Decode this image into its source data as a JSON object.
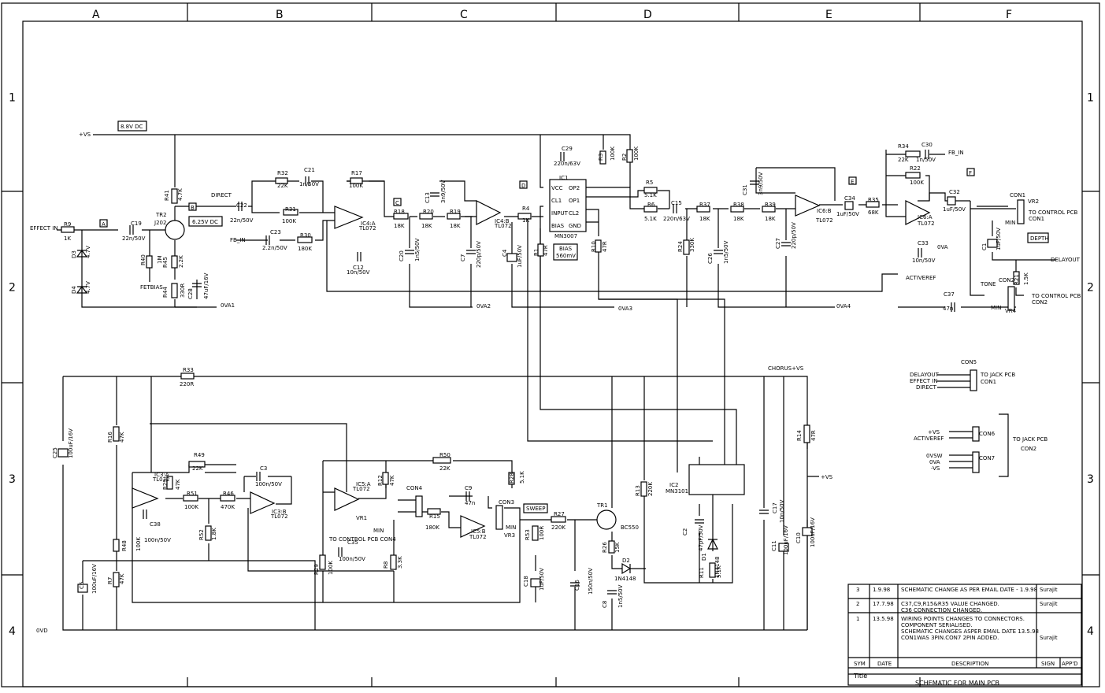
{
  "grid": {
    "columns": [
      "A",
      "B",
      "C",
      "D",
      "E",
      "F"
    ],
    "rows": [
      "1",
      "2",
      "3",
      "4"
    ]
  },
  "nets": {
    "plus_vs": "+VS",
    "dc_88": "8.8V DC",
    "dc_625": "6.25V DC",
    "ova1": "0VA1",
    "ova2": "0VA2",
    "ova3": "0VA3",
    "ova4": "0VA4",
    "ova": "0VA",
    "ovd": "0VD",
    "minus_vs": "-VS",
    "chorus_vs": "CHORUS+VS",
    "effect_in": "EFFECT IN",
    "fb_in": "FB_IN",
    "fb_in2": "FB_IN",
    "direct": "DIRECT",
    "fetbias": "FETBIAS",
    "activeref": "ACTIVEREF",
    "delayout": "DELAYOUT",
    "bias_box": "BIAS",
    "bias_v": "560mV",
    "depth": "DEPTH",
    "sweep": "SWEEP",
    "tone": "TONE",
    "min": "MIN",
    "plus_vs_r": "+VS"
  },
  "markers": {
    "A": "A",
    "B": "B",
    "C": "C",
    "D": "D",
    "E": "E",
    "F": "F"
  },
  "components": {
    "R9": [
      "R9",
      "1K"
    ],
    "C19": [
      "C19",
      "22n/50V"
    ],
    "TR2": [
      "TR2",
      "J202"
    ],
    "R41": [
      "R41",
      "4.7K"
    ],
    "R40": [
      "R40",
      "1M"
    ],
    "R45": [
      "R45",
      "2.2K"
    ],
    "R44": [
      "R44",
      "330R"
    ],
    "C28": [
      "C28",
      "47uF/16V"
    ],
    "D3": [
      "D3",
      "4.7V"
    ],
    "D4": [
      "D4",
      "4.7V"
    ],
    "C22": [
      "C22",
      "22n/50V"
    ],
    "C23": [
      "C23",
      "2.2n/50V"
    ],
    "R32": [
      "R32",
      "22K"
    ],
    "C21": [
      "C21",
      "1n/50V"
    ],
    "R31": [
      "R31",
      "100K"
    ],
    "R30": [
      "R30",
      "180K"
    ],
    "R17": [
      "R17",
      "100K"
    ],
    "IC4A": [
      "IC4:A",
      "TL072"
    ],
    "C12": [
      "C12",
      "10n/50V"
    ],
    "R18": [
      "R18",
      "18K"
    ],
    "R20": [
      "R20",
      "18K"
    ],
    "R19": [
      "R19",
      "18K"
    ],
    "C13": [
      "C13",
      "3n9/50V"
    ],
    "IC4B": [
      "IC4:B",
      "TL072"
    ],
    "C20": [
      "C20",
      "1n5/50V"
    ],
    "C7": [
      "C7",
      "220p/50V"
    ],
    "R4": [
      "R4",
      "1K"
    ],
    "C4": [
      "C4",
      "1uF/50V"
    ],
    "R1": [
      "R1",
      "47R"
    ],
    "C29": [
      "C29",
      "220n/63V"
    ],
    "IC1": [
      "IC1",
      "MN3007"
    ],
    "R3": [
      "R3",
      "100K"
    ],
    "R2": [
      "R2",
      "100K"
    ],
    "R10": [
      "R10",
      "47R"
    ],
    "R5": [
      "R5",
      "5.1K"
    ],
    "R6": [
      "R6",
      "5.1K"
    ],
    "C15": [
      "C15",
      "220n/63V"
    ],
    "R37": [
      "R37",
      "18K"
    ],
    "R38": [
      "R38",
      "18K"
    ],
    "R39": [
      "R39",
      "18K"
    ],
    "C31": [
      "C31",
      "3n9/50V"
    ],
    "R24": [
      "R24",
      "330K"
    ],
    "C26": [
      "C26",
      "1n5/50V"
    ],
    "C27": [
      "C27",
      "220p/50V"
    ],
    "IC6B": [
      "IC6:B",
      "TL072"
    ],
    "C34": [
      "C34",
      "1uF/50V"
    ],
    "R35": [
      "R35",
      "68K"
    ],
    "R34": [
      "R34",
      "22K"
    ],
    "C30": [
      "C30",
      "1n/50V"
    ],
    "R22": [
      "R22",
      "100K"
    ],
    "IC6A": [
      "IC6:A",
      "TL072"
    ],
    "C32": [
      "C32",
      "1uF/50V"
    ],
    "C33": [
      "C33",
      "10n/50V"
    ],
    "C37": [
      "C37",
      "47n"
    ],
    "C1": [
      "C1",
      "1uF/50V"
    ],
    "R21": [
      "R21",
      "1.5K"
    ],
    "R33": [
      "R33",
      "220R"
    ],
    "C25": [
      "C25",
      "100uF/16V"
    ],
    "R16": [
      "R16",
      "47K"
    ],
    "IC3A": [
      "IC3:A",
      "TL072"
    ],
    "R49": [
      "R49",
      "22K"
    ],
    "R29": [
      "R29",
      "47K"
    ],
    "C3": [
      "C3",
      "100n/50V"
    ],
    "R51": [
      "R51",
      "100K"
    ],
    "R46": [
      "R46",
      "470K"
    ],
    "IC3B": [
      "IC3:B",
      "TL072"
    ],
    "C38": [
      "C38",
      "100n/50V"
    ],
    "R48": [
      "R48",
      "100K"
    ],
    "R52": [
      "R52",
      "1.8K"
    ],
    "C6": [
      "C6",
      "100uF/16V"
    ],
    "R7": [
      "R7",
      "47K"
    ],
    "R50": [
      "R50",
      "22K"
    ],
    "IC5A": [
      "IC5:A",
      "TL072"
    ],
    "R12": [
      "R12",
      "47K"
    ],
    "R28": [
      "R28",
      "5.1K"
    ],
    "C9": [
      "C9",
      "47n"
    ],
    "R15": [
      "R15",
      "180K"
    ],
    "IC5B": [
      "IC5:B",
      "TL072"
    ],
    "C35": [
      "C35",
      "100n/50V"
    ],
    "R29b": [
      "R29",
      "100K"
    ],
    "R8": [
      "R8",
      "3.3K"
    ],
    "R53": [
      "R53",
      "100R"
    ],
    "R27": [
      "R27",
      "220K"
    ],
    "C18": [
      "C18",
      "1uF/50V"
    ],
    "C16": [
      "C16",
      "150n/50V"
    ],
    "TR1": [
      "TR1",
      "BC550"
    ],
    "R26": [
      "R26",
      "15K"
    ],
    "D2": [
      "D2",
      "1N4148"
    ],
    "C8": [
      "C8",
      "1n5/50V"
    ],
    "R13": [
      "R13",
      "220K"
    ],
    "IC2": [
      "IC2",
      "MN3101"
    ],
    "C2": [
      "C2",
      "47pF/50V"
    ],
    "D1": [
      "D1",
      "1N4148"
    ],
    "R11": [
      "R11",
      "5.1K"
    ],
    "C17": [
      "C17",
      "10n/50V"
    ],
    "C11": [
      "C11",
      "100uF/16V"
    ],
    "C10": [
      "C10",
      "100uF/16V"
    ],
    "R14": [
      "R14",
      "47R"
    ]
  },
  "ic1_pins": [
    "VCC",
    "CL1",
    "INPUT",
    "BIAS",
    "OP2",
    "OP1",
    "CL2",
    "GND"
  ],
  "connectors": {
    "con1_note": "TO CONTROL PCB",
    "con1": "CON1",
    "vr2": "VR2",
    "con2_note": "TO CONTROL PCB",
    "con2": "CON2",
    "vr4": "VR4",
    "con5": "CON5",
    "con5_pins": [
      "DELAYOUT",
      "EFFECT IN",
      "DIRECT"
    ],
    "con5_note": "TO JACK PCB",
    "con5_ref": "CON1",
    "con6": "CON6",
    "con6_pins": [
      "+VS",
      "ACTIVEREF"
    ],
    "con6_note": "TO JACK PCB",
    "con6_ref": "CON2",
    "con7": "CON7",
    "con7_pins": [
      "0VSW",
      "0VA",
      "-VS"
    ],
    "con4": "CON4",
    "con3": "CON3",
    "vr1": "VR1",
    "vr3": "VR3",
    "vr1_note": "TO CONTROL PCB CON4",
    "vr3_note": "TO CONTROL PCB CON3"
  },
  "revisions": {
    "headers": [
      "SYM",
      "DATE",
      "DESCRIPTION",
      "SIGN",
      "APP'D"
    ],
    "rows": [
      {
        "sym": "3",
        "date": "1.9.98",
        "desc": [
          "SCHEMATIC CHANGE AS PER EMAIL DATE - 1.9.98"
        ],
        "sign": "Surajit"
      },
      {
        "sym": "2",
        "date": "17.7.98",
        "desc": [
          "C37,C9,R15&R35 VALUE CHANGED.",
          "C36 CONNECTION CHANGED."
        ],
        "sign": "Surajit"
      },
      {
        "sym": "1",
        "date": "13.5.98",
        "desc": [
          "WIRING POINTS CHANGES TO CONNECTORS.",
          "COMPONENT SERIALISED.",
          "SCHEMATIC CHANGES ASPER EMAIL DATE 13.5.98",
          "CON1WAS 3PIN.CON7 2PIN ADDED."
        ],
        "sign": "Surajit"
      }
    ],
    "title_label": "Title",
    "title": "SCHEMATIC FOR MAIN PCB"
  }
}
